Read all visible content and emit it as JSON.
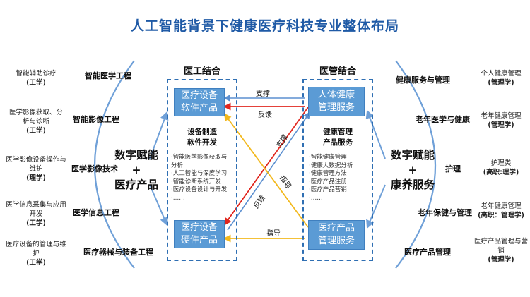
{
  "title": "人工智能背景下健康医疗科技专业整体布局",
  "left": {
    "far_items": [
      {
        "name": "智能辅助诊疗",
        "tag": "(工学)"
      },
      {
        "name": "医学影像获取、分析与诊断",
        "tag": "(工学)"
      },
      {
        "name": "医学影像设备操作与维护",
        "tag": "(理学)"
      },
      {
        "name": "医学信息采集与应用开发",
        "tag": "(工学)"
      },
      {
        "name": "医疗设备的管理与维护",
        "tag": "(工学)"
      }
    ],
    "arc_labels": [
      "智能医学工程",
      "智能影像工程",
      "医学影像技术",
      "医学信息工程",
      "医疗器械与装备工程"
    ],
    "center": {
      "line1": "数字赋能",
      "plus": "+",
      "line2": "医疗产品"
    }
  },
  "right": {
    "far_items": [
      {
        "name": "个人健康管理",
        "tag": "(管理学)"
      },
      {
        "name": "老年健康管理",
        "tag": "(管理学)"
      },
      {
        "name": "护理类",
        "tag": "(高职:理学)"
      },
      {
        "name": "老年健康管理",
        "tag": "(高职：管理学)"
      },
      {
        "name": "医疗产品管理与营销",
        "tag": "(管理学)"
      }
    ],
    "arc_labels": [
      "健康服务与管理",
      "老年医学与健康",
      "护理",
      "老年保健与管理",
      "医疗产品管理"
    ],
    "center": {
      "line1": "数字赋能",
      "plus": "+",
      "line2": "康养服务"
    }
  },
  "panel_left": {
    "title": "医工结合",
    "box_top": [
      "医疗设备",
      "软件产品"
    ],
    "box_bottom": [
      "医疗设备",
      "硬件产品"
    ],
    "sub_head": [
      "设备制造",
      "软件开发"
    ],
    "list": [
      "·智能医学影像获取与",
      "分析",
      "·人工智能与深度学习",
      "·智能诊断系统开发",
      "·医疗设备设计与开发",
      "·……"
    ]
  },
  "panel_right": {
    "title": "医管结合",
    "box_top": [
      "人体健康",
      "管理服务"
    ],
    "box_bottom": [
      "医疗产品",
      "管理服务"
    ],
    "sub_head": [
      "健康管理",
      "产品服务"
    ],
    "list": [
      "·智能健康管理",
      "·健康大数据分析",
      "·健康管理方法",
      "·医疗产品注册",
      "·医疗产品营销",
      "·……"
    ]
  },
  "arrows": {
    "top_support": "支撑",
    "top_feedback": "反馈",
    "diag_support": "支撑",
    "diag_guide": "指导",
    "diag_feedback": "反馈",
    "bottom_guide": "指导"
  },
  "colors": {
    "title": "#1f5aa6",
    "box_fill": "#5b9bd5",
    "dashed_border": "#2f6fb3",
    "arc": "#6fa0d8",
    "arrow_red": "#e0261e",
    "arrow_yellow": "#f2b81c",
    "arrow_blue": "#5b8fd0"
  }
}
